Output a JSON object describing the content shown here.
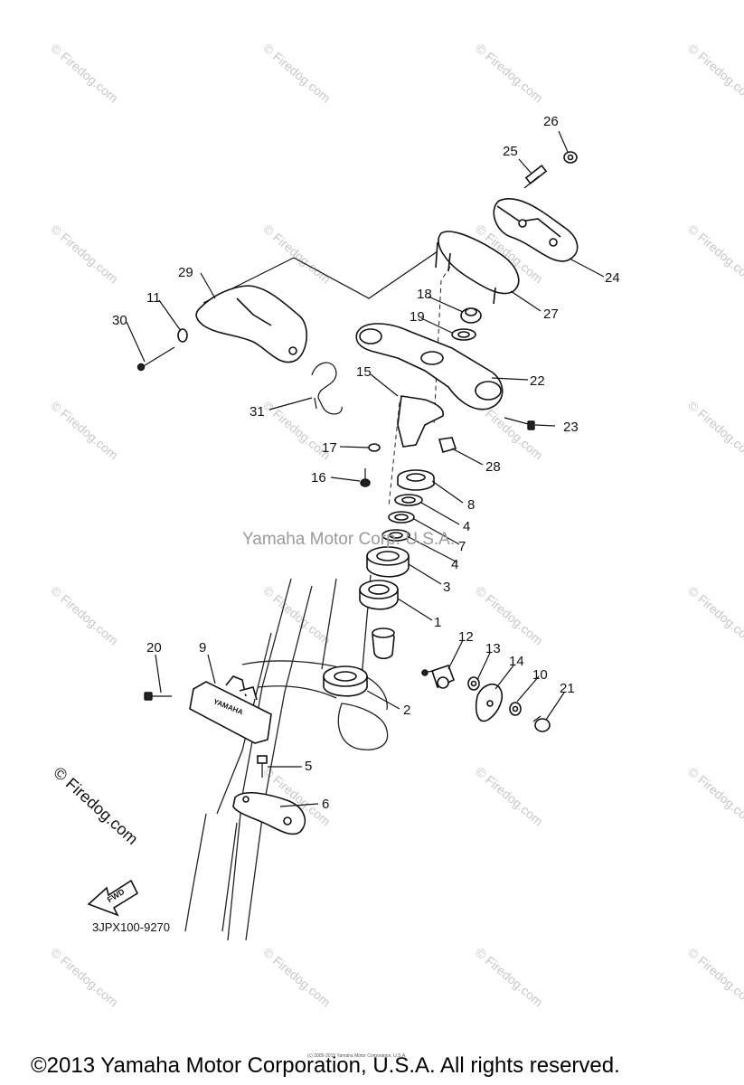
{
  "diagram": {
    "part_code": "3JPX100-9270",
    "center_watermark": "Yamaha Motor Corp. U.S.A.",
    "tile_watermark": "© Firedog.com",
    "corner_watermark": "© Firedog.com",
    "fwd_label": "FWD",
    "bracket_brand": "YAMAHA",
    "tiny_notice": "(c) 2005-2015 Yamaha Motor Corporation, U.S.A.",
    "copyright": "©2013 Yamaha Motor Corporation, U.S.A. All rights reserved.",
    "callouts": [
      "1",
      "2",
      "3",
      "4",
      "4",
      "5",
      "6",
      "7",
      "8",
      "9",
      "10",
      "11",
      "12",
      "13",
      "14",
      "15",
      "16",
      "17",
      "18",
      "19",
      "20",
      "21",
      "22",
      "23",
      "24",
      "25",
      "26",
      "27",
      "28",
      "29",
      "30",
      "31"
    ]
  }
}
